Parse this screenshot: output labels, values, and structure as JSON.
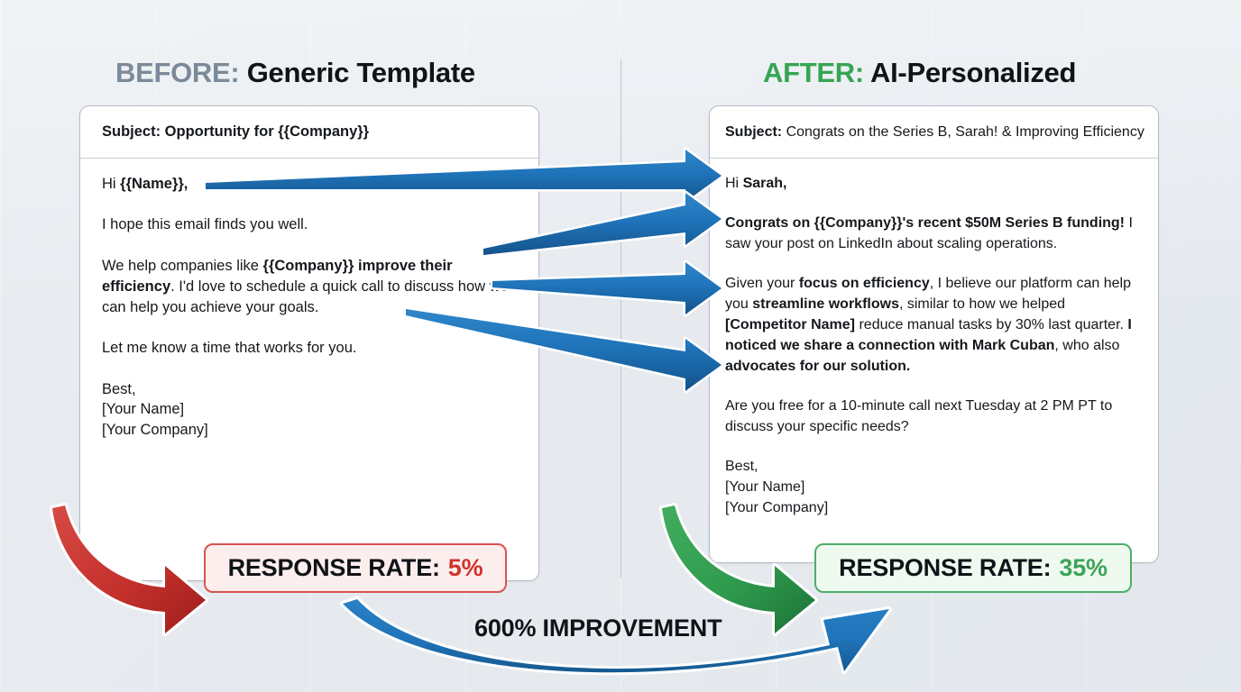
{
  "background": {
    "color": "#e9edf1",
    "divider_color": "#b9bfc6"
  },
  "headers": {
    "before": {
      "tag": "BEFORE:",
      "label": "Generic Template",
      "tag_color": "#7b8a99"
    },
    "after": {
      "tag": "AFTER:",
      "label": "AI-Personalized",
      "tag_color": "#36a552"
    }
  },
  "before_email": {
    "subject_prefix": "Subject:",
    "subject": "Subject: Opportunity for {{Company}}",
    "paragraphs": [
      "Hi {{Name}},",
      "I hope this email finds you well.",
      "We help companies like {{Company}} improve their efficiency. I'd love to schedule a quick call to discuss how we can help you achieve your goals.",
      "Let me know a time that works for you.",
      "Best,\n[Your Name]\n[Your Company]"
    ],
    "greeting_plain": "Hi ",
    "greeting_bold": "{{Name}},",
    "p2": "I hope this email finds you well.",
    "p3_a": "We help companies like ",
    "p3_bold": "{{Company}} improve their efficiency",
    "p3_b": ". I'd love to schedule a quick call to discuss how we can help you achieve your goals.",
    "p4": "Let me know a time that works for you.",
    "sig_1": "Best,",
    "sig_2": "[Your Name]",
    "sig_3": "[Your Company]"
  },
  "after_email": {
    "subject_prefix": "Subject:",
    "subject_rest": "Congrats on the Series B, Sarah! & Improving Efficiency",
    "greeting_plain": "Hi ",
    "greeting_bold": "Sarah,",
    "p2_bold": "Congrats on {{Company}}'s recent $50M Series B funding!",
    "p2_plain": " I saw your post on LinkedIn about scaling operations.",
    "p3_a": "Given your ",
    "p3_b1": "focus on efficiency",
    "p3_b": ", I believe our platform can help you ",
    "p3_b2": "streamline workflows",
    "p3_c": ", similar to how we helped ",
    "p3_b3": "[Competitor Name]",
    "p3_d": " reduce manual tasks by 30% last quarter. ",
    "p3_b4": "I noticed we share a connection with Mark Cuban",
    "p3_e": ", who also ",
    "p3_b5": "advocates for our solution.",
    "p4": "Are you free for a 10-minute call next Tuesday at 2 PM PT to discuss your specific needs?",
    "sig_1": "Best,",
    "sig_2": "[Your Name]",
    "sig_3": "[Your Company]"
  },
  "badges": {
    "before": {
      "label": "RESPONSE RATE:",
      "value": "5%",
      "value_color": "#d0342c",
      "bg": "#fdeeee",
      "border": "#d9534f"
    },
    "after": {
      "label": "RESPONSE RATE:",
      "value": "35%",
      "value_color": "#3da35a",
      "bg": "#eefaf0",
      "border": "#4cae68"
    }
  },
  "improvement": {
    "label": "600% IMPROVEMENT",
    "arrow_color": "#1f72b8"
  },
  "arrows": {
    "connector_color": "#1c73b8",
    "red_arrow_color": "#c9302c",
    "green_arrow_color": "#2e9e4f",
    "connector_count": 4
  }
}
